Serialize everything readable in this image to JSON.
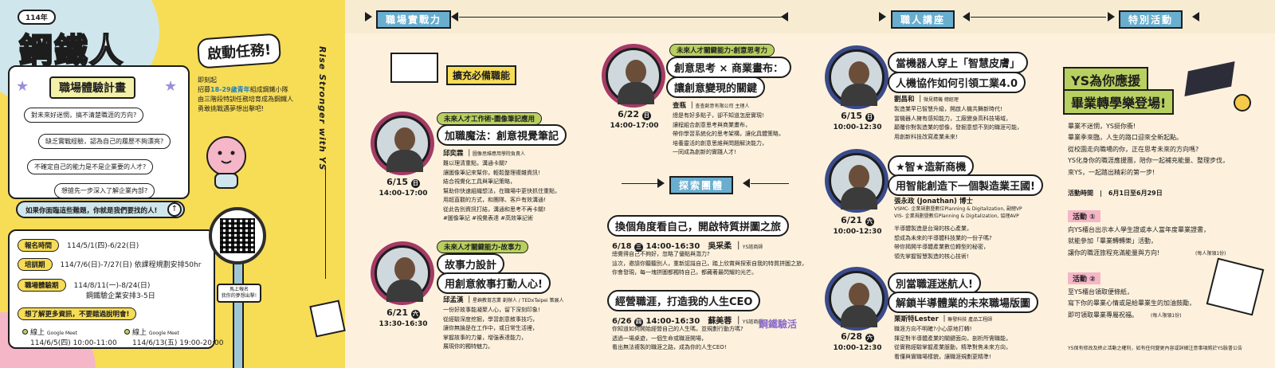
{
  "left": {
    "year_badge": "114年",
    "brand": "鋼鐵人",
    "plan_title": "職場體驗計畫",
    "launch": "啟動任務!",
    "launch_note_1": "即刻起",
    "launch_note_2": "招募",
    "launch_note_age": "18-29歲青年",
    "launch_note_3": "組成鋼鐵小隊",
    "launch_note_4": "由三階段特訓任務培育成為鋼鐵人",
    "launch_note_5": "勇敢挑戰邁夢想出擊吧!",
    "bubbles": [
      "對未來好迷惘，搞不清楚職涯的方向?",
      "缺乏實戰經驗，認為自己的履歷不夠漂亮?",
      "不確定自己的能力是不是企業要的人才?",
      "想搶先一步深入了解企業內部?"
    ],
    "banner": "如果你面臨這些難題，你就是我們要找的人!",
    "qr_sign": "馬上報名\n我你的夢想出擊!",
    "rows": [
      {
        "label": "報名時間",
        "value": "114/5/1(四)-6/22(日)"
      },
      {
        "label": "培訓期",
        "value": "114/7/6(日)-7/27(日)  依課程規劃安排50hr"
      },
      {
        "label": "職場體驗期",
        "value": "114/8/11(一)-8/24(日)"
      },
      {
        "label": "",
        "value": "鋼鐵驗企業安排3-5日"
      }
    ],
    "more_info": "想了解更多資訊，不要錯過說明會!",
    "meet1_label": "線上",
    "meet1_platform": "Google Meet",
    "meet1_time": "114/6/5(四) 10:00-11:00",
    "meet2_label": "線上",
    "meet2_platform": "Google Meet",
    "meet2_time": "114/6/13(五) 19:00-20:00",
    "vertical": "Rise Stronger with YS"
  },
  "sections": {
    "workplace": "職場實戰力",
    "lecture": "職人講座",
    "special": "特別活動",
    "explore": "探索團體"
  },
  "skill_label": "擴充必備職能",
  "talks": [
    {
      "tag": "未來人才工作術-圖像筆記應用",
      "title": "加職魔法：創意視覺筆記",
      "speaker": "邱奕霖",
      "speaker_role": "圖像思維應用學院負責人",
      "desc": "難以理清重點，溝通卡關?\n讓圖像筆記來幫你，輕鬆整理複雜資訊!\n結合視覺化工具與筆記策略，\n幫助你快速組織想法，在職場中更快抓住重點，\n用超直觀的方式，和團隊、客戶有效溝通!\n從此告別資訊打結，溝通和思考不再卡關!\n#圖像筆記 #視覺表達 #高效筆記術",
      "date": "6/15",
      "day": "日",
      "time": "14:00-17:00"
    },
    {
      "tag": "未來人才關鍵能力-故事力",
      "title1": "故事力設計",
      "title2": "用創意敘事打動人心!",
      "speaker": "邱孟漢",
      "speaker_role": "星嶼教育志業 創辦人 / TEDxTaipei 策展人",
      "desc": "一份好故事能凝聚人心，留下深刻印象!\n從經驗深度挖掘，學習創意敘事技巧，\n讓你無論是在工作中，或日常生活裡，\n掌握故事的力量，增強表達能力，\n展現你的獨特魅力。",
      "date": "6/21",
      "day": "六",
      "time": "13:30-16:30"
    },
    {
      "tag": "未來人才關鍵能力-創意思考力",
      "title1": "創意思考 × 商業畫布：",
      "title2": "讓創意變現的關鍵",
      "speaker": "查瓶",
      "speaker_role": "查查創意有限公司 主理人",
      "desc": "總是有好多點子，卻不知道怎麼實現!\n讓程組合創意思考與商業畫布，\n帶你學習系統化的思考架構，讓化具體策略，\n培養靈活的創意思維與問題解決能力，\n一同成為創新的實踐人才!",
      "date": "6/22",
      "day": "日",
      "time": "14:00-17:00"
    }
  ],
  "explore": [
    {
      "title": "換個角度看自己，開啟特質拼圖之旅",
      "date": "6/18",
      "day": "三",
      "time": "14:00-16:30",
      "speaker": "吳采柔",
      "speaker_role": "YS諮商師",
      "desc": "總覺得自己不夠好，忽略了優點與潛力?\n這次，邀請你聽聽別人，重新認識自己，踏上欣賞與探索自我的特質拼圖之旅，\n你會發現，每一塊拼圖都獨特自己，都藏著最閃耀的光芒。"
    },
    {
      "title": "經營職涯，打造我的人生CEO",
      "date": "6/26",
      "day": "四",
      "time": "14:00-16:30",
      "speaker": "蘇美蓉",
      "speaker_role": "YS諮商師",
      "desc": "你知道如何開始經營自己的人生嗎，並規劃行動方嗎?\n透過一場桌遊，一個生命或職涯開場，\n看出無法複製的職涯之路，成為你的人生CEO!"
    }
  ],
  "stamp": "鋼鐵驗活",
  "lectures": [
    {
      "title1": "當機器人穿上「智慧皮膚」",
      "title2": "人機協作如何引領工業4.0",
      "speaker": "劉昌和",
      "speaker_role": "微見精機 總經理",
      "desc": "製造業早已智慧升級，開啟人機共舞新時代!\n當機器人擁有感知能力，工廠變身高科技場域，\n顛覆你對製造業的想像，發掘意想不到的職涯可能，\n用創新科技改寫產業未來!",
      "date": "6/15",
      "day": "日",
      "time": "10:00-12:30"
    },
    {
      "title1": "★智★造新商機",
      "title2": "用智能創造下一個製造業王國!",
      "speaker": "張永政 (Jonathan) 博士",
      "speaker_role_1": "VSMC- 企業規劃暨數位Planning & Digitalization, 副總VP",
      "speaker_role_2": "VIS- 企業規劃暨數位Planning & Digitalization, 協理AVP",
      "desc": "半導體製造是台灣的核心產業，\n想成為未來的半導體科技業的一份子嗎?\n帶你揭開半導體產業數位轉型的秘密，\n領先掌握智慧製造的核心技術!",
      "date": "6/21",
      "day": "六",
      "time": "10:00-12:30"
    },
    {
      "title1": "別當職涯迷航人!",
      "title2": "解鎖半導體業的未來職場版圖",
      "speaker": "栗斯特Lester",
      "speaker_role": "聯發科技 產品工程師",
      "desc": "職涯方向不明確?小心原地打轉!\n揮足對半導體產業的關鍵面向，剖析所需職能，\n從實務經驗掌握產業脈動，精準對焦未來方向，\n看懂與實職場樣貌，讓職涯規劃更精準!",
      "date": "6/28",
      "day": "六",
      "time": "10:00-12:30"
    }
  ],
  "special": {
    "title1": "YS為你應援",
    "title2": "畢業轉學樂登場!",
    "intro": "畢業不迷惘，YS挺你衝!\n畢業季來臨，人生的路口迎來全新起點。\n從校園走向職場的你，正在思考未來的方向嗎?\nYS化身你的職涯應援團，陪你一起補充能量、整理步伐，\n來YS，一起踏出精彩的第一步!",
    "period_label": "活動時間",
    "period": "6月1日至6月29日",
    "act1_label": "活動 ①",
    "act1_desc": "向YS櫃台出示本人學生證或本人當年度畢業證書，\n就能參加「畢業轉轉樂」活動，\n讓你的職涯旅程充滿能量與方向!",
    "act1_note": "(每人限領1份)",
    "act2_label": "活動 ②",
    "act2_desc": "至YS櫃台領取便條紙，\n寫下你的畢業心情或是給畢業生的加油鼓勵，\n即可領取畢業專屬祝福。",
    "act2_note": "(每人限領1份)",
    "fine": "YS保有修改及終止活動之權利，如有任何變更內容或詳細注意事項將於YS臉書公告"
  }
}
